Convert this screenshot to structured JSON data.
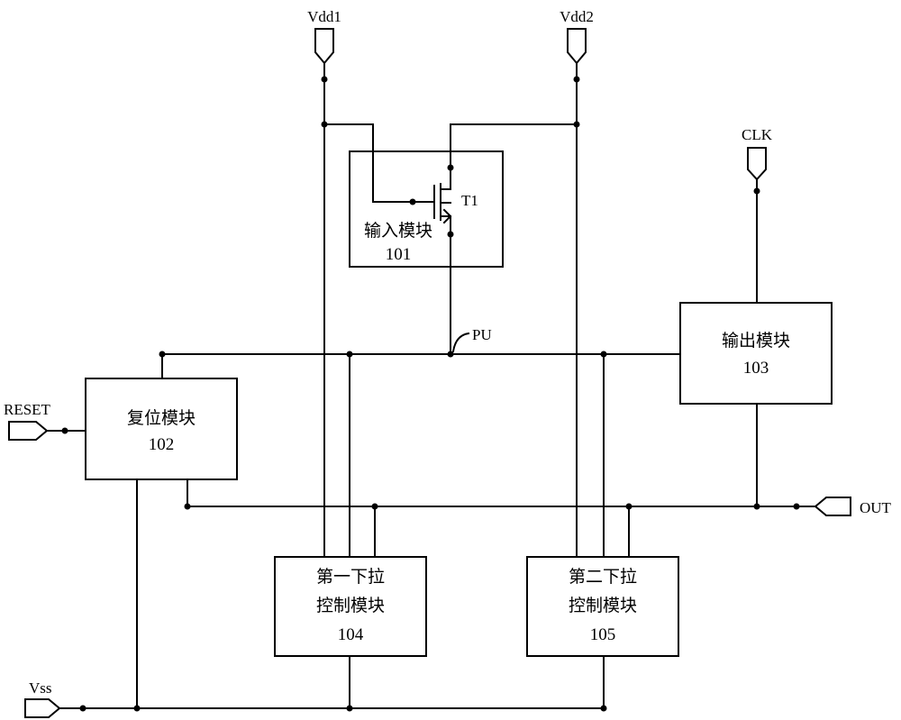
{
  "terminals": {
    "vdd1": "Vdd1",
    "vdd2": "Vdd2",
    "clk": "CLK",
    "reset": "RESET",
    "out": "OUT",
    "vss": "Vss"
  },
  "nodes": {
    "pu": "PU",
    "t1": "T1"
  },
  "modules": {
    "input": {
      "name": "输入模块",
      "id": "101"
    },
    "reset": {
      "name": "复位模块",
      "id": "102"
    },
    "output": {
      "name": "输出模块",
      "id": "103"
    },
    "pulldown1": {
      "name_line1": "第一下拉",
      "name_line2": "控制模块",
      "id": "104"
    },
    "pulldown2": {
      "name_line1": "第二下拉",
      "name_line2": "控制模块",
      "id": "105"
    }
  }
}
